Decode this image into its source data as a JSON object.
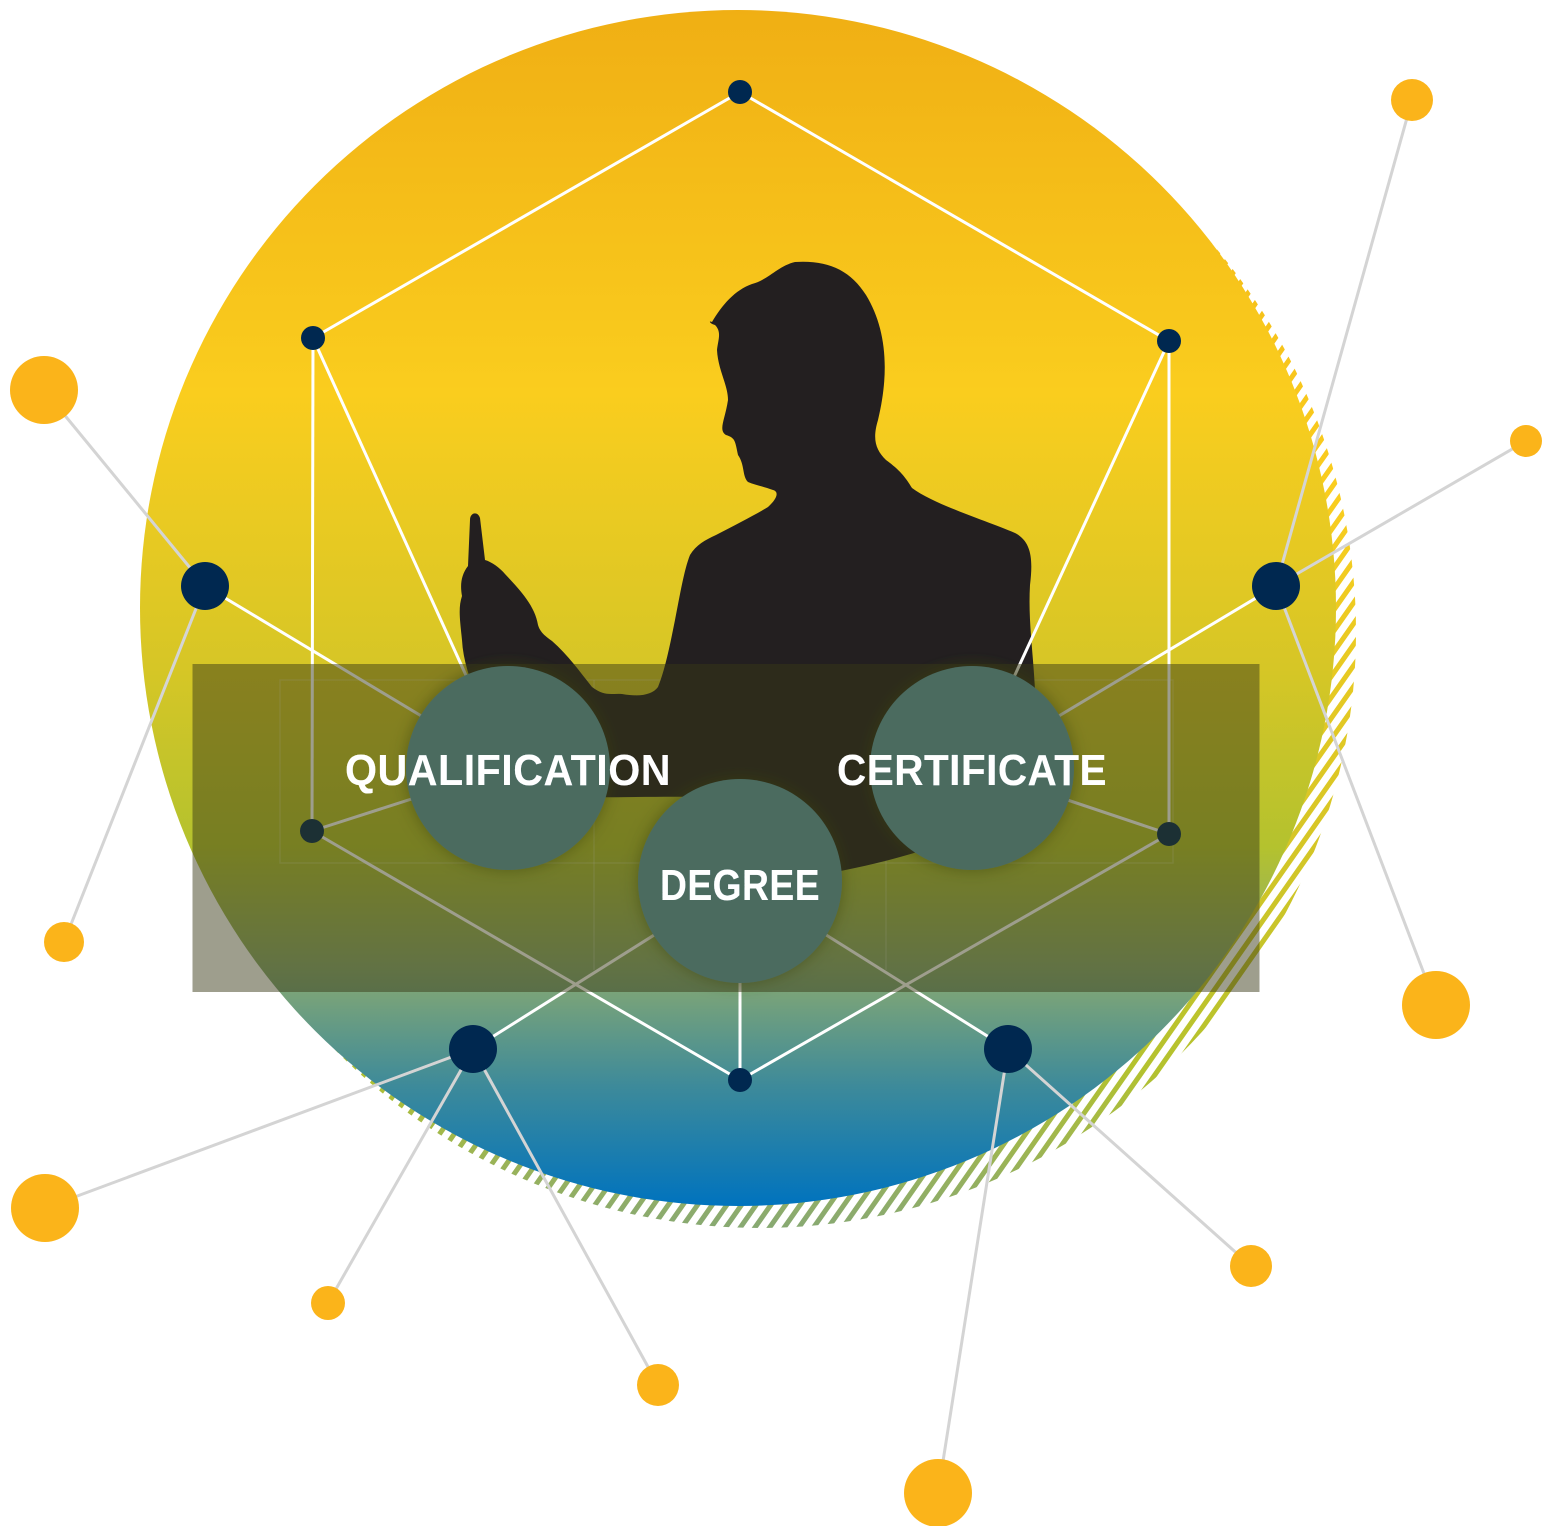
{
  "nodes": {
    "qualification_label": "QUALIFICATION",
    "certificate_label": "CERTIFICATE",
    "degree_label": "DEGREE"
  },
  "colors": {
    "gradient_top": "#F0AF14",
    "gradient_mid": "#FACD1E",
    "gradient_green": "#B4C22E",
    "gradient_bottom": "#0073BE",
    "teal_node": "#5B9CA6",
    "navy_dot": "#002850",
    "orange_dot": "#FBB41A",
    "silhouette": "#231F20",
    "line_white": "#FFFFFF",
    "line_gray": "#D4D4D4"
  },
  "icons": {
    "silhouette": "person-holding-pen-icon"
  }
}
